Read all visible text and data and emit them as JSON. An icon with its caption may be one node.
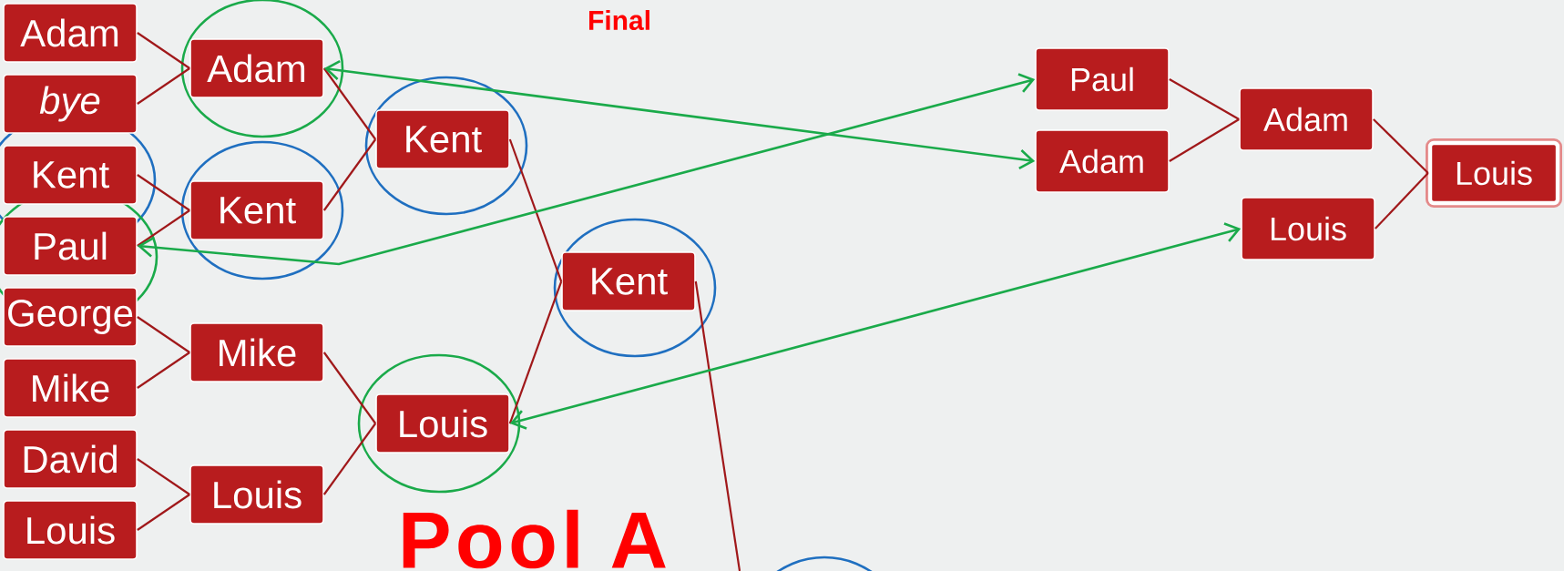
{
  "diagram": {
    "nodes": [
      {
        "text": [
          "Adam"
        ]
      },
      {
        "text": [
          "bye"
        ]
      },
      {
        "text": [
          "Kent"
        ]
      },
      {
        "text": [
          "Paul"
        ]
      },
      {
        "text": [
          "George"
        ]
      },
      {
        "text": [
          "Mike"
        ]
      },
      {
        "text": [
          "David"
        ]
      },
      {
        "text": [
          "Louis"
        ]
      },
      {
        "text": [
          "Adam"
        ]
      },
      {
        "text": [
          "Kent"
        ]
      },
      {
        "text": [
          "Mike"
        ]
      },
      {
        "text": [
          "Louis"
        ]
      },
      {
        "text": [
          "Kent"
        ]
      },
      {
        "text": [
          "Louis"
        ]
      },
      {
        "text": [
          "Kent"
        ]
      },
      {
        "text": [
          "Paul"
        ]
      },
      {
        "text": [
          "Adam"
        ]
      },
      {
        "text": [
          "Adam"
        ]
      },
      {
        "text": [
          "Louis"
        ]
      },
      {
        "text": [
          "Louis"
        ]
      }
    ],
    "edges": [
      {
        "from": 0,
        "to": 8,
        "arrow": "none"
      },
      {
        "from": 1,
        "to": 8,
        "arrow": "none"
      },
      {
        "from": 2,
        "to": 9,
        "arrow": "none"
      },
      {
        "from": 3,
        "to": 9,
        "arrow": "none"
      },
      {
        "from": 4,
        "to": 10,
        "arrow": "none"
      },
      {
        "from": 5,
        "to": 10,
        "arrow": "none"
      },
      {
        "from": 6,
        "to": 11,
        "arrow": "none"
      },
      {
        "from": 7,
        "to": 11,
        "arrow": "none"
      },
      {
        "from": 8,
        "to": 12,
        "arrow": "none"
      },
      {
        "from": 9,
        "to": 12,
        "arrow": "none"
      },
      {
        "from": 10,
        "to": 13,
        "arrow": "none"
      },
      {
        "from": 11,
        "to": 13,
        "arrow": "none"
      },
      {
        "from": 12,
        "to": 14,
        "arrow": "none"
      },
      {
        "from": 13,
        "to": 14,
        "arrow": "none"
      },
      {
        "from": 14,
        "to": null,
        "arrow": "none"
      },
      {
        "from": 15,
        "to": 17,
        "arrow": "none"
      },
      {
        "from": 16,
        "to": 17,
        "arrow": "none"
      },
      {
        "from": 17,
        "to": 19,
        "arrow": "none"
      },
      {
        "from": 18,
        "to": 19,
        "arrow": "none"
      },
      {
        "from": 8,
        "to": 16,
        "arrow": "both",
        "color": "#1aaa4a"
      },
      {
        "from": 3,
        "to": 15,
        "arrow": "both",
        "color": "#1aaa4a"
      },
      {
        "from": 13,
        "to": 18,
        "arrow": "both",
        "color": "#1aaa4a"
      }
    ],
    "labels": [
      "Final",
      "Pool A"
    ]
  }
}
